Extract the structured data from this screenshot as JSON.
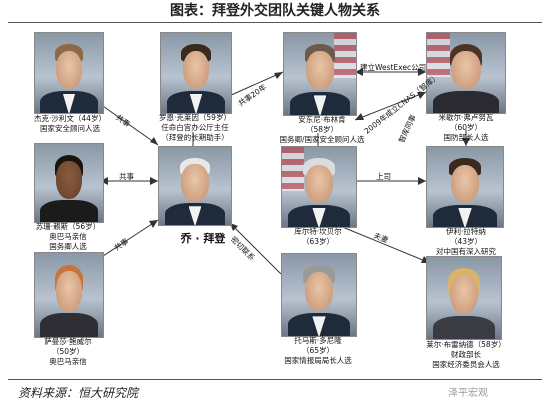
{
  "title": "图表：拜登外交团队关键人物关系",
  "source": "资料来源：恒大研究院",
  "watermark": "泽平宏观",
  "biden_name": "乔 · 拜登",
  "people": {
    "sullivan": {
      "lines": [
        "杰克·沙利文（44岁）",
        "国家安全顾问人选"
      ]
    },
    "klain": {
      "lines": [
        "罗恩·克莱因（59岁）",
        "任命白宫办公厅主任",
        "（拜登的长期助手）"
      ]
    },
    "blinken": {
      "lines": [
        "安东尼·布林肯",
        "（58岁）",
        "国务卿/国家安全顾问人选"
      ]
    },
    "flournoy": {
      "lines": [
        "米歇尔·弗卢努瓦",
        "（60岁）",
        "国防部长人选"
      ]
    },
    "rice": {
      "lines": [
        "苏珊·赖斯（56岁）",
        "奥巴马亲信",
        "国务卿人选"
      ]
    },
    "campbell": {
      "lines": [
        "库尔特·坎贝尔",
        "（63岁）"
      ]
    },
    "ratner": {
      "lines": [
        "伊利·拉特纳",
        "（43岁）",
        "对中国有深入研究"
      ]
    },
    "power": {
      "lines": [
        "萨曼莎·鲍威尔",
        "（50岁）",
        "奥巴马亲信"
      ]
    },
    "donilon": {
      "lines": [
        "托马斯·多尼隆",
        "（65岁）",
        "国家情报局局长人选"
      ]
    },
    "brainard": {
      "lines": [
        "莱尔·布雷纳德（58岁）",
        "财政部长",
        "国家经济委员会人选"
      ]
    }
  },
  "relations": {
    "sullivan_biden": "共事",
    "klain_blinken": "共事20年",
    "blinken_flournoy": "建立WestExec公司",
    "flournoy_blinken_cnas": "2009年成立CNAS（智库）",
    "flournoy_ratner": "智库同事",
    "rice_biden": "共事",
    "campbell_ratner": "上司",
    "power_biden": "共事",
    "donilon_biden": "密切联系",
    "campbell_brainard": "夫妻"
  },
  "colors": {
    "line": "#333333",
    "text": "#111111",
    "background": "#ffffff"
  }
}
